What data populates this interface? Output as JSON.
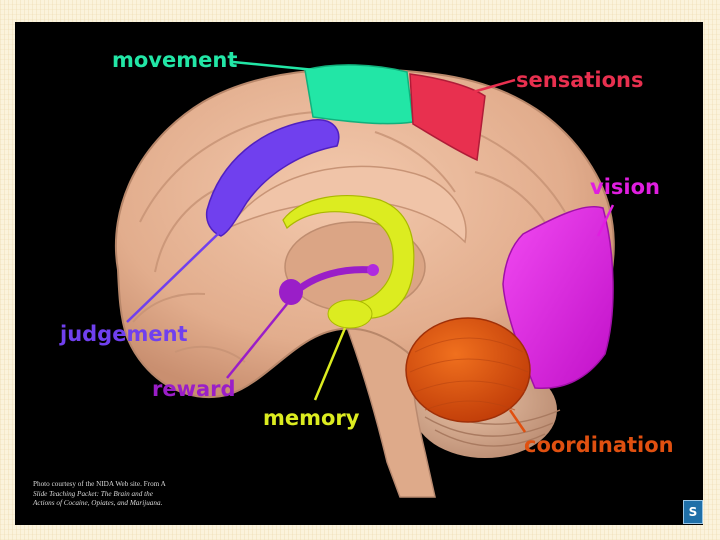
{
  "labels": {
    "movement": "movement",
    "sensations": "sensations",
    "vision": "vision",
    "judgement": "judgement",
    "reward": "reward",
    "memory": "memory",
    "coordination": "coordination"
  },
  "colors": {
    "background": "#fbf3dc",
    "panel": "#000000",
    "brain": "#e6b597",
    "movement": "#22e6a6",
    "sensations": "#e8304f",
    "vision": "#e01ee0",
    "judgement": "#7040ee",
    "reward": "#9a1ec8",
    "memory": "#dcec20",
    "coordination": "#e05010"
  },
  "credit": {
    "line1": "Photo courtesy of the NIDA Web site. From A",
    "line2": "Slide Teaching Packet: The Brain and the",
    "line3": "Actions of Cocaine, Opiates, and Marijuana."
  },
  "logo_icon": "nida-logo-icon"
}
